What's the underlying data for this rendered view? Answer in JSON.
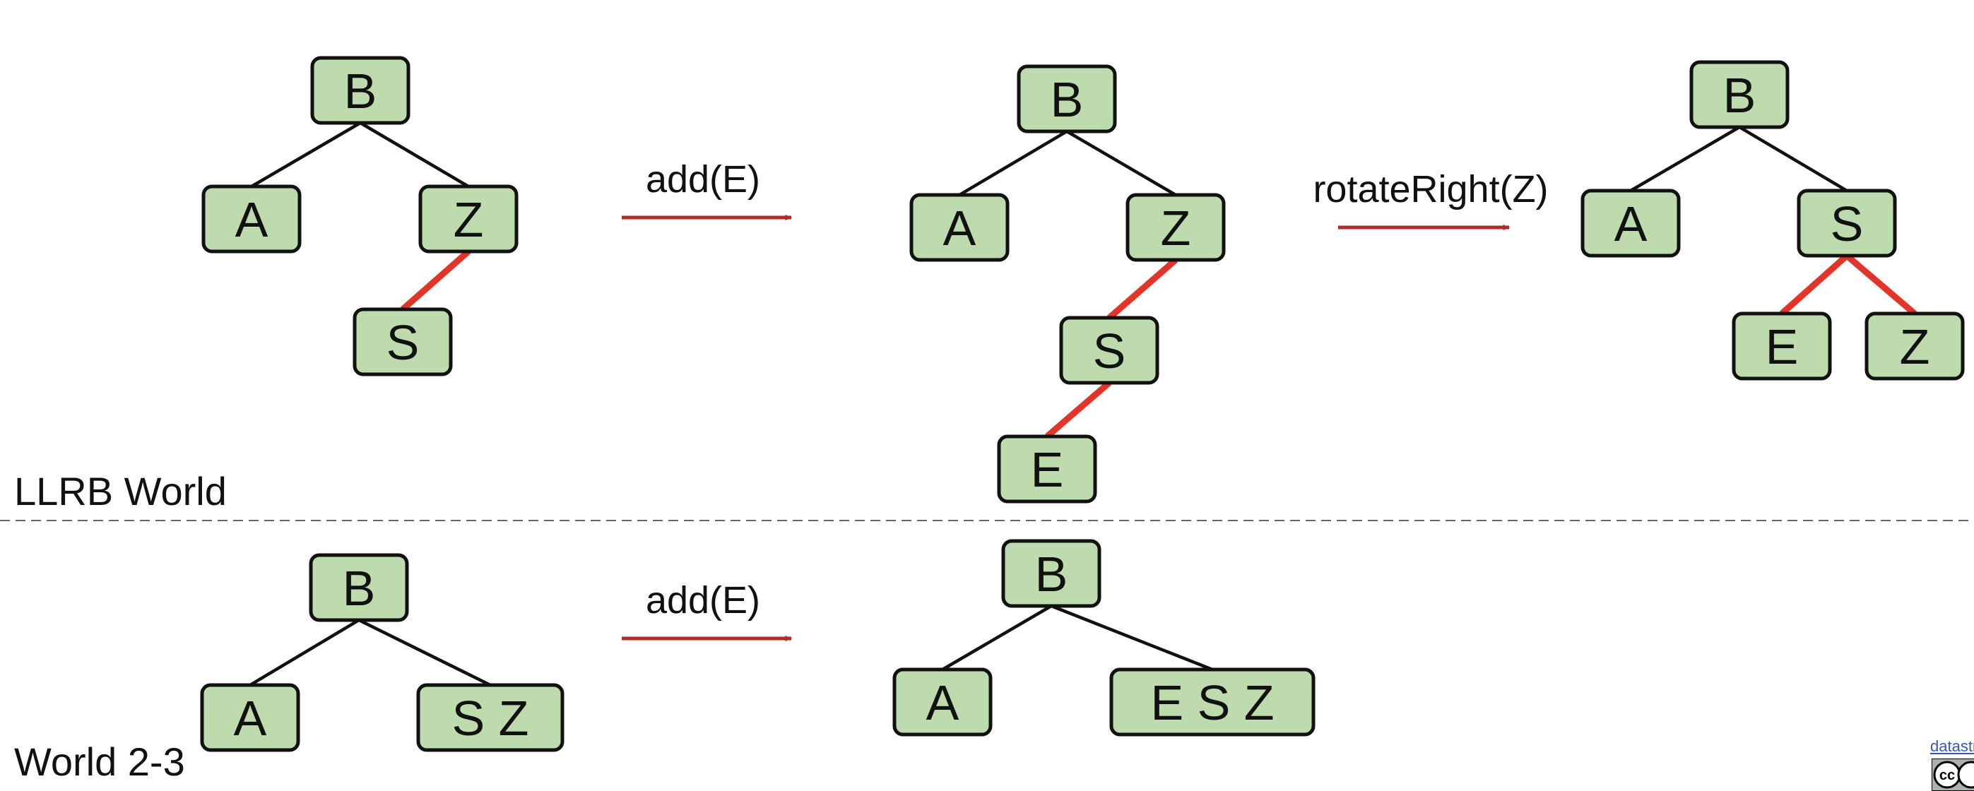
{
  "colors": {
    "node_fill": "#bddbad",
    "node_stroke": "#111111",
    "black_link": "#111111",
    "red_link": "#e53427",
    "arrow": "#b5292a",
    "divider": "#666666"
  },
  "sections": [
    {
      "label": "LLRB World",
      "trees": [
        {
          "nodes": [
            {
              "id": "b",
              "label": "B"
            },
            {
              "id": "a",
              "label": "A"
            },
            {
              "id": "z",
              "label": "Z"
            },
            {
              "id": "s",
              "label": "S"
            }
          ],
          "links": [
            {
              "from": "b",
              "to": "a",
              "color": "black"
            },
            {
              "from": "b",
              "to": "z",
              "color": "black"
            },
            {
              "from": "z",
              "to": "s",
              "color": "red"
            }
          ]
        },
        {
          "nodes": [
            {
              "id": "b",
              "label": "B"
            },
            {
              "id": "a",
              "label": "A"
            },
            {
              "id": "z",
              "label": "Z"
            },
            {
              "id": "s",
              "label": "S"
            },
            {
              "id": "e",
              "label": "E"
            }
          ],
          "links": [
            {
              "from": "b",
              "to": "a",
              "color": "black"
            },
            {
              "from": "b",
              "to": "z",
              "color": "black"
            },
            {
              "from": "z",
              "to": "s",
              "color": "red"
            },
            {
              "from": "s",
              "to": "e",
              "color": "red"
            }
          ]
        },
        {
          "nodes": [
            {
              "id": "b",
              "label": "B"
            },
            {
              "id": "a",
              "label": "A"
            },
            {
              "id": "s",
              "label": "S"
            },
            {
              "id": "e",
              "label": "E"
            },
            {
              "id": "z",
              "label": "Z"
            }
          ],
          "links": [
            {
              "from": "b",
              "to": "a",
              "color": "black"
            },
            {
              "from": "b",
              "to": "s",
              "color": "black"
            },
            {
              "from": "s",
              "to": "e",
              "color": "red"
            },
            {
              "from": "s",
              "to": "z",
              "color": "red"
            }
          ]
        }
      ],
      "operations": [
        "add(E)",
        "rotateRight(Z)"
      ]
    },
    {
      "label": "World 2-3",
      "trees": [
        {
          "nodes": [
            {
              "id": "b",
              "label": "B"
            },
            {
              "id": "a",
              "label": "A"
            },
            {
              "id": "sz",
              "label": "S Z"
            }
          ],
          "links": [
            {
              "from": "b",
              "to": "a",
              "color": "black"
            },
            {
              "from": "b",
              "to": "sz",
              "color": "black"
            }
          ]
        },
        {
          "nodes": [
            {
              "id": "b",
              "label": "B"
            },
            {
              "id": "a",
              "label": "A"
            },
            {
              "id": "esz",
              "label": "E S Z"
            }
          ],
          "links": [
            {
              "from": "b",
              "to": "a",
              "color": "black"
            },
            {
              "from": "b",
              "to": "esz",
              "color": "black"
            }
          ]
        }
      ],
      "operations": [
        "add(E)"
      ]
    }
  ],
  "credit": {
    "link_text": "datastructur.es",
    "badge_text": "cc"
  }
}
